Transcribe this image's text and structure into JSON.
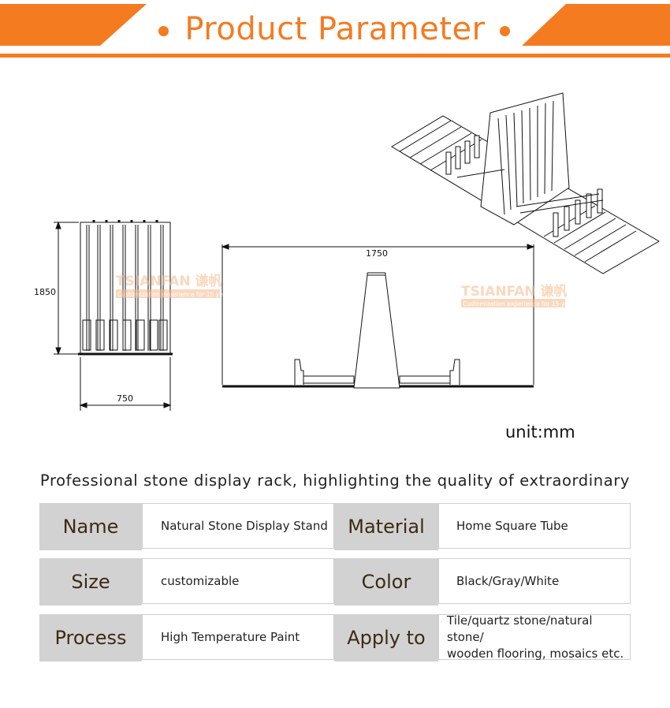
{
  "header": {
    "title": "Product Parameter",
    "accent_color": "#f47b20"
  },
  "drawing": {
    "height_dim": "1850",
    "depth_dim": "750",
    "length_dim": "1750",
    "watermark_brand": "TSIANFAN 谦帆",
    "watermark_tagline": "Customization experience for 15 years"
  },
  "unit_label": "unit:mm",
  "tagline": "Professional stone display rack, highlighting the quality of extraordinary",
  "params": [
    {
      "label1": "Name",
      "value1": "Natural Stone Display Stand",
      "label2": "Material",
      "value2": "Home Square Tube"
    },
    {
      "label1": "Size",
      "value1": "customizable",
      "label2": "Color",
      "value2": "Black/Gray/White"
    },
    {
      "label1": "Process",
      "value1": "High Temperature Paint",
      "label2": "Apply to",
      "value2": "Tile/quartz stone/natural stone/\nwooden flooring, mosaics  etc."
    }
  ]
}
